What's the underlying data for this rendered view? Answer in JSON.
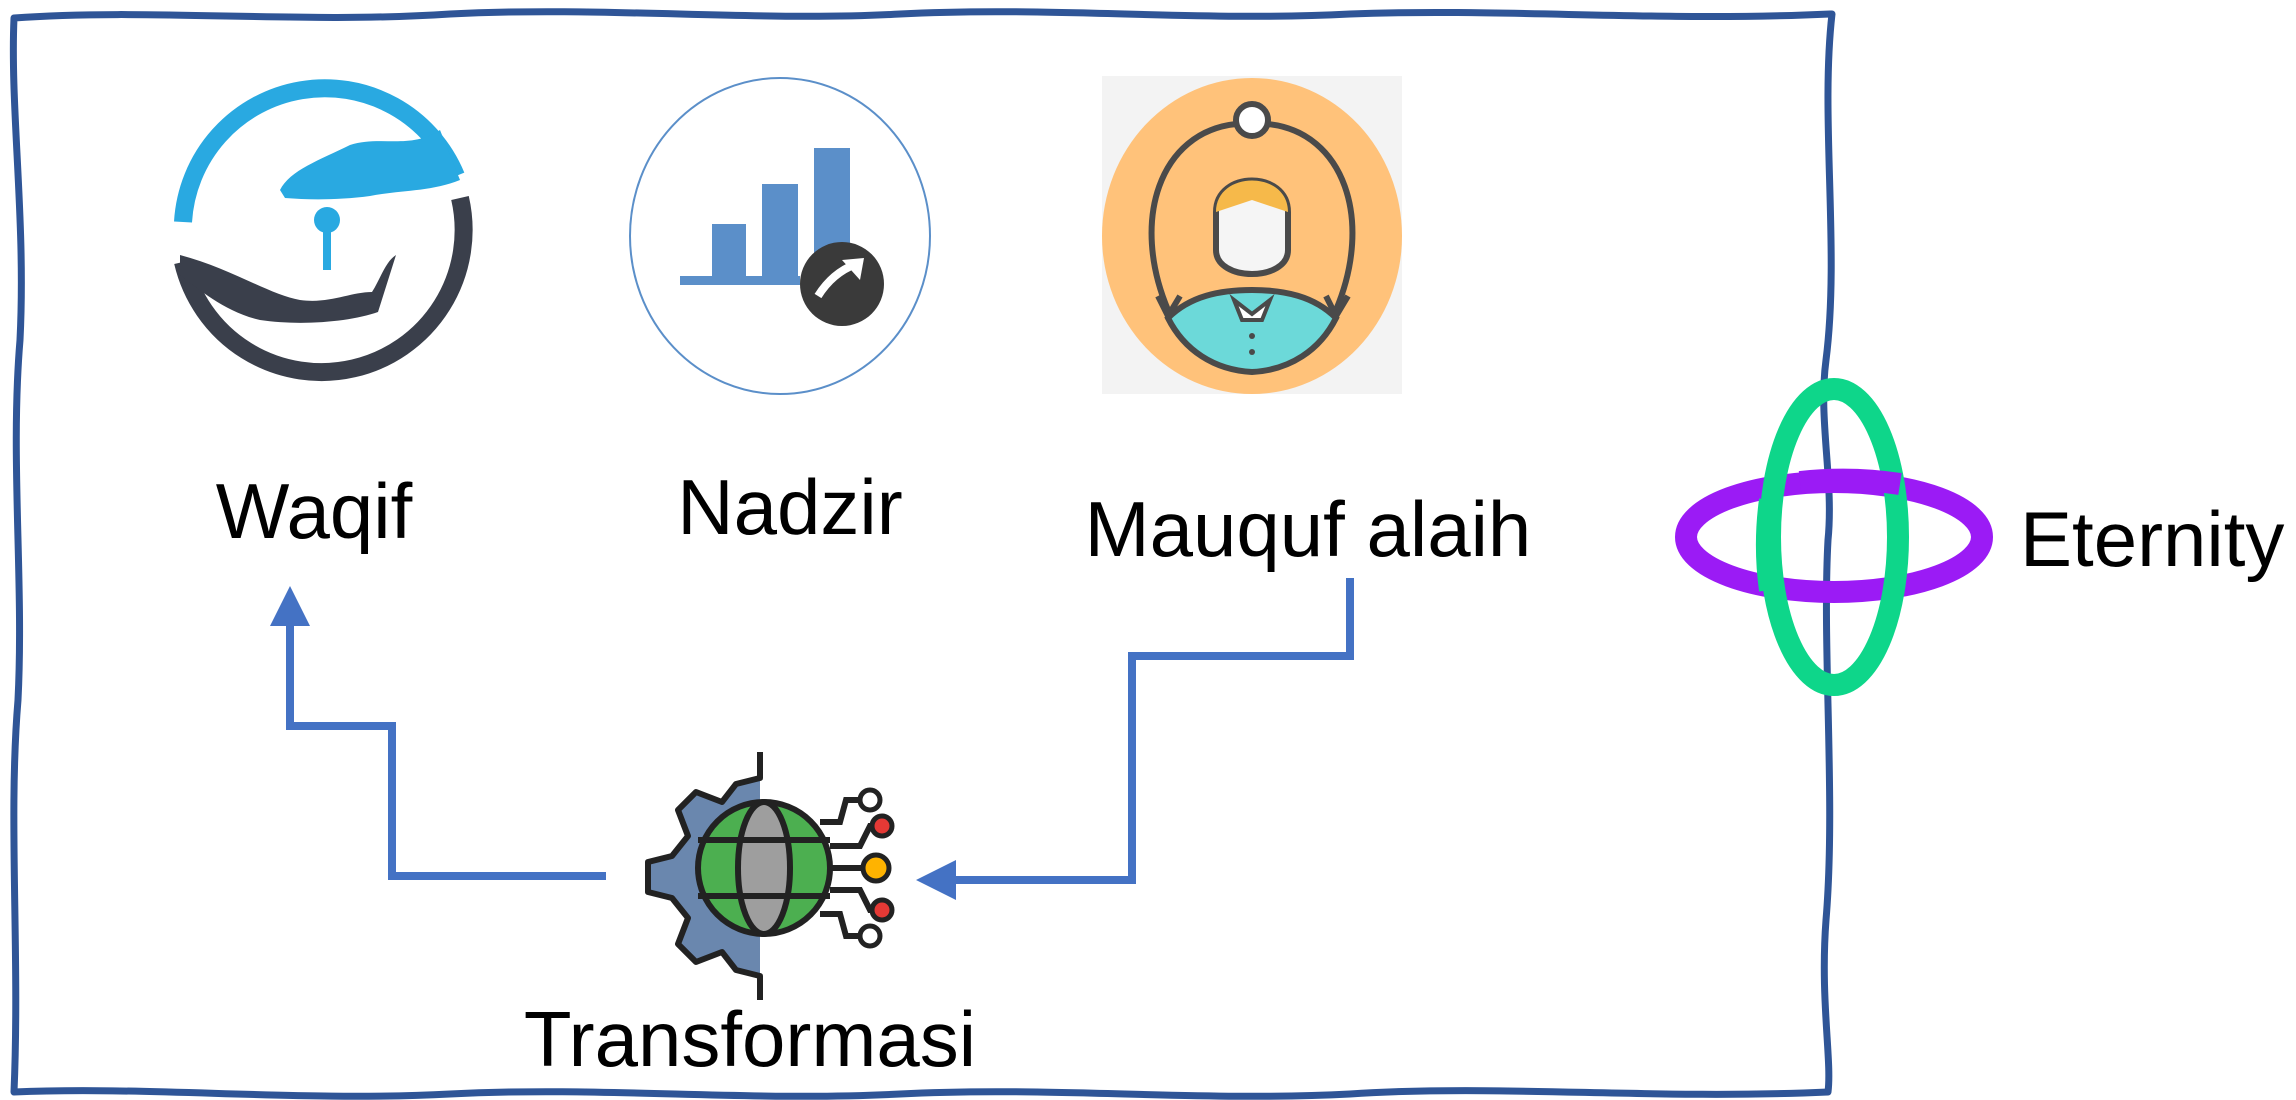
{
  "nodes": {
    "waqif": {
      "label": "Waqif",
      "icon": "hand-key-icon"
    },
    "nadzir": {
      "label": "Nadzir",
      "icon": "growth-chart-icon"
    },
    "mauquf_alaih": {
      "label": "Mauquf alaih",
      "icon": "person-cycle-icon"
    },
    "transformasi": {
      "label": "Transformasi",
      "icon": "gear-globe-icon"
    },
    "eternity": {
      "label": "Eternity",
      "icon": "interlocked-rings-icon"
    }
  },
  "edges": [
    {
      "from": "mauquf_alaih",
      "to": "transformasi"
    },
    {
      "from": "transformasi",
      "to": "waqif"
    }
  ],
  "colors": {
    "frame": "#2F5597",
    "arrow": "#4472C4",
    "waqif_blue": "#29A9E1",
    "waqif_dark": "#3A3F4B",
    "nadzir_bars": "#5B8FC9",
    "nadzir_ring": "#5B8FC9",
    "mauquf_bg": "#FFC27A",
    "mauquf_skin": "#F5F5F5",
    "mauquf_hair": "#F6B94A",
    "mauquf_shirt": "#6CD9D9",
    "globe_green": "#4CAF50",
    "gear_blue": "#6A87AE",
    "ring_green": "#0ED68A",
    "ring_purple": "#9B1BF5"
  }
}
